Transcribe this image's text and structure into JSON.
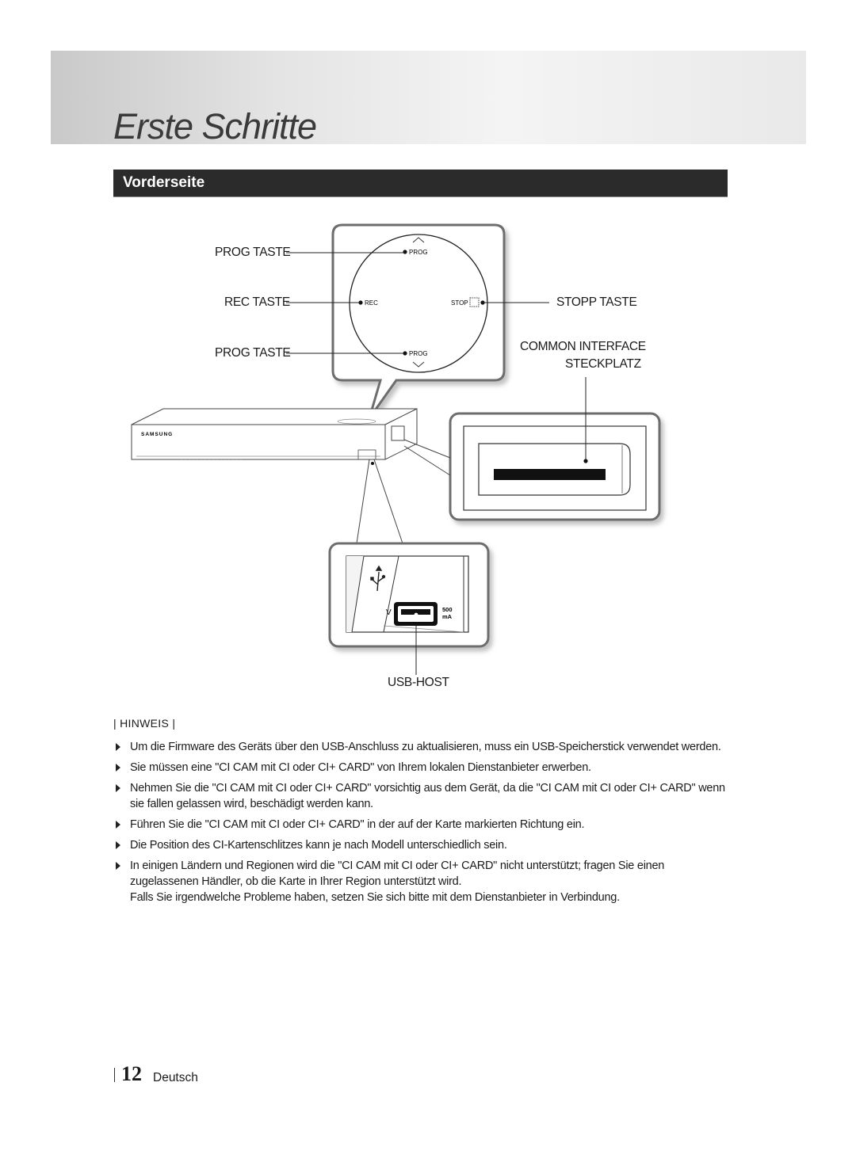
{
  "chapter": {
    "title": "Erste Schritte"
  },
  "section": {
    "title": "Vorderseite"
  },
  "diagram": {
    "labels": {
      "prog_top": "PROG TASTE",
      "rec": "REC TASTE",
      "prog_bottom": "PROG TASTE",
      "stop": "STOPP TASTE",
      "ci_line1": "COMMON INTERFACE",
      "ci_line2": "STECKPLATZ",
      "usb": "USB-HOST"
    },
    "panel_text": {
      "prog_top": "PROG",
      "rec": "REC",
      "stop": "STOP",
      "prog_bottom": "PROG",
      "usb_rating_1": "500",
      "usb_rating_2": "mA",
      "usb_v": "V"
    },
    "brand": "SAMSUNG"
  },
  "note": {
    "heading": "HINWEIS",
    "items": [
      "Um die Firmware des Geräts über den USB-Anschluss zu aktualisieren, muss ein USB-Speicherstick verwendet werden.",
      "Sie müssen eine \"CI CAM mit CI oder CI+ CARD\" von Ihrem lokalen Dienstanbieter erwerben.",
      "Nehmen Sie die \"CI CAM mit CI oder CI+ CARD\" vorsichtig aus dem Gerät, da die \"CI CAM mit CI oder CI+ CARD\" wenn sie fallen gelassen wird, beschädigt werden kann.",
      "Führen Sie die \"CI CAM mit CI oder CI+ CARD\" in der auf der Karte markierten Richtung ein.",
      "Die Position des CI-Kartenschlitzes kann je nach Modell unterschiedlich sein.",
      "In einigen Ländern und Regionen wird die \"CI CAM mit CI oder CI+ CARD\" nicht unterstützt; fragen Sie einen zugelassenen Händler, ob die Karte in Ihrer Region unterstützt wird."
    ],
    "extra": "Falls Sie irgendwelche Probleme haben, setzen Sie sich bitte mit dem Dienstanbieter in Verbindung."
  },
  "footer": {
    "page_number": "12",
    "language": "Deutsch"
  }
}
